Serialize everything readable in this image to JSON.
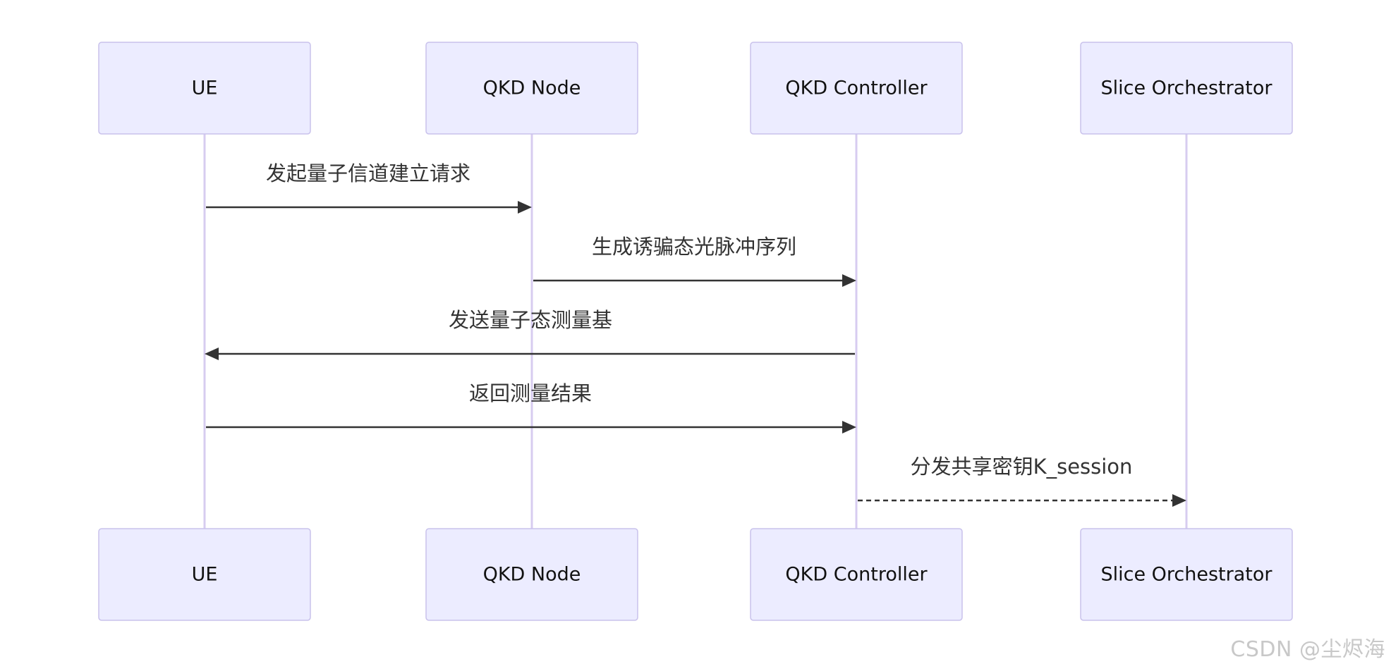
{
  "participants": [
    {
      "id": "ue",
      "label": "UE"
    },
    {
      "id": "qkd-node",
      "label": "QKD Node"
    },
    {
      "id": "qkd-controller",
      "label": "QKD Controller"
    },
    {
      "id": "slice-orchestrator",
      "label": "Slice Orchestrator"
    }
  ],
  "messages": [
    {
      "from": 0,
      "to": 1,
      "label": "发起量子信道建立请求",
      "style": "solid"
    },
    {
      "from": 1,
      "to": 2,
      "label": "生成诱骗态光脉冲序列",
      "style": "solid"
    },
    {
      "from": 2,
      "to": 0,
      "label": "发送量子态测量基",
      "style": "solid"
    },
    {
      "from": 0,
      "to": 2,
      "label": "返回测量结果",
      "style": "solid"
    },
    {
      "from": 2,
      "to": 3,
      "label": "分发共享密钥K_session",
      "style": "dashed"
    }
  ],
  "colors": {
    "actor_fill": "#ECECFF",
    "actor_border": "#C9C2EC",
    "lifeline": "#D7CCF0",
    "arrow": "#333333",
    "watermark": "#c8c8c8"
  },
  "watermark": "CSDN @尘烬海"
}
